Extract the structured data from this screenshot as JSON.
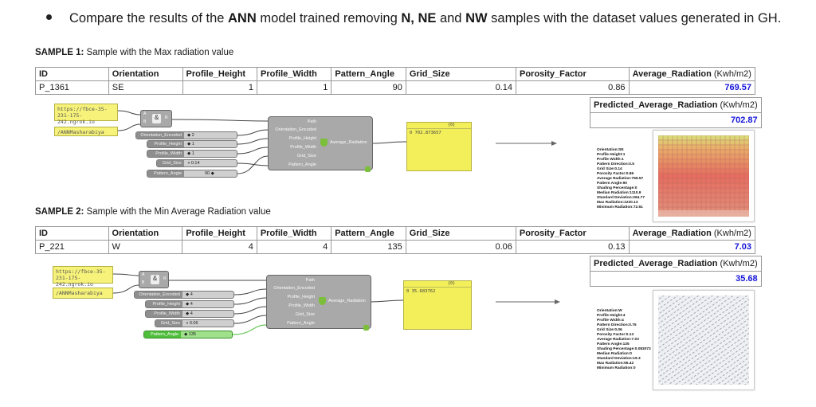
{
  "bullet": {
    "prefix": "Compare the results of the ",
    "ann": "ANN",
    "mid": " model trained removing ",
    "n": "N",
    "sep1": ", ",
    "ne": "NE",
    "and": " and ",
    "nw": "NW",
    "suffix": " samples with the dataset values generated in GH."
  },
  "headers": {
    "id": "ID",
    "orientation": "Orientation",
    "profile_height": "Profile_Height",
    "profile_width": "Profile_Width",
    "pattern_angle": "Pattern_Angle",
    "grid_size": "Grid_Size",
    "porosity_factor": "Porosity_Factor",
    "avg_radiation": "Average_Radiation",
    "avg_unit": " (Kwh/m2)",
    "predicted": "Predicted_Average_Radiation",
    "pred_unit": " (Kwh/m2)"
  },
  "sample1": {
    "title_bold": "SAMPLE 1:",
    "title_rest": " Sample with the Max radiation value",
    "row": {
      "id": "P_1361",
      "orientation": "SE",
      "profile_height": "1",
      "profile_width": "1",
      "pattern_angle": "90",
      "grid_size": "0.14",
      "porosity_factor": "0.86",
      "avg_radiation": "769.57"
    },
    "predicted": "702.87",
    "gh": {
      "url": "https://fbce-35-231-175-242.ngrok.io",
      "name": "/ANNMasharabiya",
      "sliders": [
        {
          "label": "Orientation_Encoded",
          "value": "◆ 2"
        },
        {
          "label": "Profile_Height",
          "value": "◆ 1"
        },
        {
          "label": "Profile_Width",
          "value": "◆ 1"
        },
        {
          "label": "Grid_Size",
          "value": "◑ 0.14"
        },
        {
          "label": "Pattern_Angle",
          "value": "90 ◆"
        }
      ],
      "inputs": [
        "Path",
        "Orientation_Encoded",
        "Profile_Height",
        "Profile_Width",
        "Grid_Size",
        "Pattern_Angle"
      ],
      "output": "Average_Radiation",
      "panel_header": "{0}",
      "panel_value": "0 702.873657"
    },
    "info": [
      "Orientation:SE",
      "Profile Height:1",
      "Profile Width:1",
      "Pattern Direction:0.5",
      "Grid Size:0.14",
      "Porosity Factor:0.86",
      "Average Radiation:769.57",
      "Pattern Angle:90",
      "Shading Percentage:0",
      "Median Radiation:1110.9",
      "Standard Deviation:264.77",
      "Max Radiation:1220.13",
      "Minimum Radiation:72.61"
    ]
  },
  "sample2": {
    "title_bold": "SAMPLE 2:",
    "title_rest": " Sample with the Min Average Radiation value",
    "row": {
      "id": "P_221",
      "orientation": "W",
      "profile_height": "4",
      "profile_width": "4",
      "pattern_angle": "135",
      "grid_size": "0.06",
      "porosity_factor": "0.13",
      "avg_radiation": "7.03"
    },
    "predicted": "35.68",
    "gh": {
      "url": "https://fbce-35-231-175-242.ngrok.io",
      "name": "/ANNMasharabiya",
      "sliders": [
        {
          "label": "Orientation_Encoded",
          "value": "◆ 4"
        },
        {
          "label": "Profile_Height",
          "value": "◆ 4"
        },
        {
          "label": "Profile_Width",
          "value": "◆ 4"
        },
        {
          "label": "Grid_Size",
          "value": "◑ 0.06"
        },
        {
          "label": "Pattern_Angle",
          "value": "◆ 135"
        }
      ],
      "inputs": [
        "Path",
        "Orientation_Encoded",
        "Profile_Height",
        "Profile_Width",
        "Grid_Size",
        "Pattern_Angle"
      ],
      "output": "Average_Radiation",
      "panel_header": "{0}",
      "panel_value": "0 35.683762"
    },
    "info": [
      "Orientation:W",
      "Profile Height:4",
      "Profile Width:4",
      "Pattern Direction:0.75",
      "Grid Size:0.06",
      "Porosity Factor:0.13",
      "Average Radiation:7.03",
      "Pattern Angle:135",
      "Shading Percentage:0.083073",
      "Median Radiation:0",
      "Standard Deviation:19.3",
      "Max Radiation:55.42",
      "Minimum Radiation:0"
    ]
  }
}
